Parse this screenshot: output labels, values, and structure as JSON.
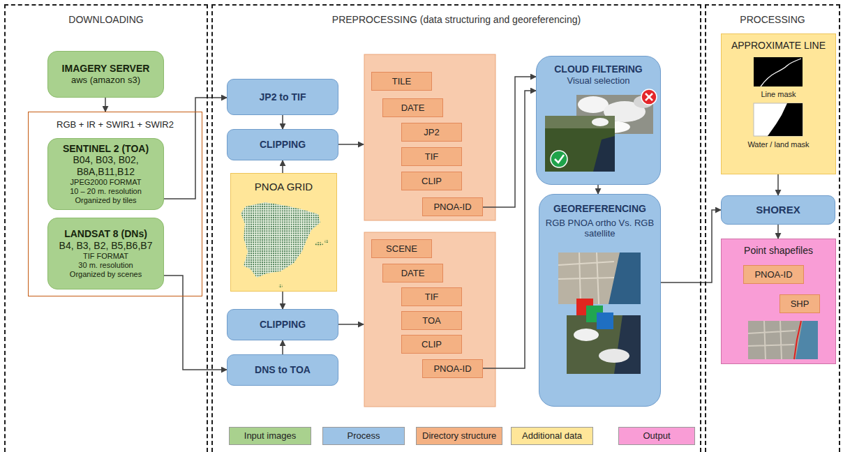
{
  "diagram": {
    "nodes": [
      {
        "text": [
          "DOWNLOADING"
        ]
      },
      {
        "text": [
          "IMAGERY SERVER",
          "aws (amazon s3)"
        ],
        "in": 0
      },
      {
        "text": [
          "RGB + IR + SWIR1 + SWIR2"
        ],
        "in": 0
      },
      {
        "text": [
          "SENTINEL 2 (TOA)",
          "B04, B03, B02, B8A,B11,B12",
          "JPEG2000 FORMAT",
          "10 – 20 m. resolution",
          "Organized by tiles"
        ],
        "in": 2
      },
      {
        "text": [
          "LANDSAT 8 (DNs)",
          "B4, B3, B2, B5,B6,B7",
          "TIF FORMAT",
          "30 m. resolution",
          "Organized by scenes"
        ],
        "in": 2
      },
      {
        "text": [
          "PREPROCESSING (data structuring and georeferencing)"
        ]
      },
      {
        "text": [
          "JP2 to TIF"
        ],
        "in": 5
      },
      {
        "text": [
          "CLIPPING"
        ],
        "in": 5
      },
      {
        "text": [
          "PNOA GRID"
        ],
        "in": 5
      },
      {
        "text": [
          "CLIPPING"
        ],
        "in": 5
      },
      {
        "text": [
          "DNS to TOA"
        ],
        "in": 5
      },
      {
        "text": [
          "TILE"
        ],
        "in": 5
      },
      {
        "text": [
          "DATE"
        ],
        "in": 5
      },
      {
        "text": [
          "JP2"
        ],
        "in": 5
      },
      {
        "text": [
          "TIF"
        ],
        "in": 5
      },
      {
        "text": [
          "CLIP"
        ],
        "in": 5
      },
      {
        "text": [
          "PNOA-ID"
        ],
        "in": 5
      },
      {
        "text": [
          "SCENE"
        ],
        "in": 5
      },
      {
        "text": [
          "DATE"
        ],
        "in": 5
      },
      {
        "text": [
          "TIF"
        ],
        "in": 5
      },
      {
        "text": [
          "TOA"
        ],
        "in": 5
      },
      {
        "text": [
          "CLIP"
        ],
        "in": 5
      },
      {
        "text": [
          "PNOA-ID"
        ],
        "in": 5
      },
      {
        "text": [
          "CLOUD FILTERING",
          "Visual selection"
        ],
        "in": 5
      },
      {
        "text": [
          "GEOREFERENCING",
          "RGB PNOA ortho Vs. RGB satellite"
        ],
        "in": 5
      },
      {
        "text": [
          "PROCESSING"
        ]
      },
      {
        "text": [
          "APPROXIMATE LINE",
          "Line mask",
          "Water / land mask"
        ],
        "in": 25
      },
      {
        "text": [
          "SHOREX"
        ],
        "in": 25
      },
      {
        "text": [
          "Point shapefiles"
        ],
        "in": 25
      },
      {
        "text": [
          "PNOA-ID"
        ],
        "in": 28
      },
      {
        "text": [
          "SHP"
        ],
        "in": 28
      }
    ],
    "edges": [
      {
        "from": 1,
        "to": 2,
        "arrow": "to"
      },
      {
        "from": 3,
        "to": 6,
        "arrow": "to"
      },
      {
        "from": 6,
        "to": 7,
        "arrow": "to"
      },
      {
        "from": 8,
        "to": 7,
        "arrow": "to"
      },
      {
        "from": 8,
        "to": 9,
        "arrow": "to"
      },
      {
        "from": 4,
        "to": 10,
        "arrow": "to"
      },
      {
        "from": 10,
        "to": 9,
        "arrow": "to"
      },
      {
        "from": 16,
        "to": 23,
        "arrow": "to"
      },
      {
        "from": 22,
        "to": 23,
        "arrow": "to"
      },
      {
        "from": 23,
        "to": 24,
        "arrow": "to"
      },
      {
        "from": 24,
        "to": 27,
        "arrow": "to"
      },
      {
        "from": 26,
        "to": 27,
        "arrow": "to"
      },
      {
        "from": 27,
        "to": 28,
        "arrow": "to"
      }
    ],
    "legend": [
      {
        "text": "Input images",
        "color": "#a9d18e"
      },
      {
        "text": "Process",
        "color": "#9dc3e6"
      },
      {
        "text": "Directory structure",
        "color": "#f4b183"
      },
      {
        "text": "Additional data",
        "color": "#ffe699"
      },
      {
        "text": "Output",
        "color": "#f99dd6"
      }
    ]
  }
}
